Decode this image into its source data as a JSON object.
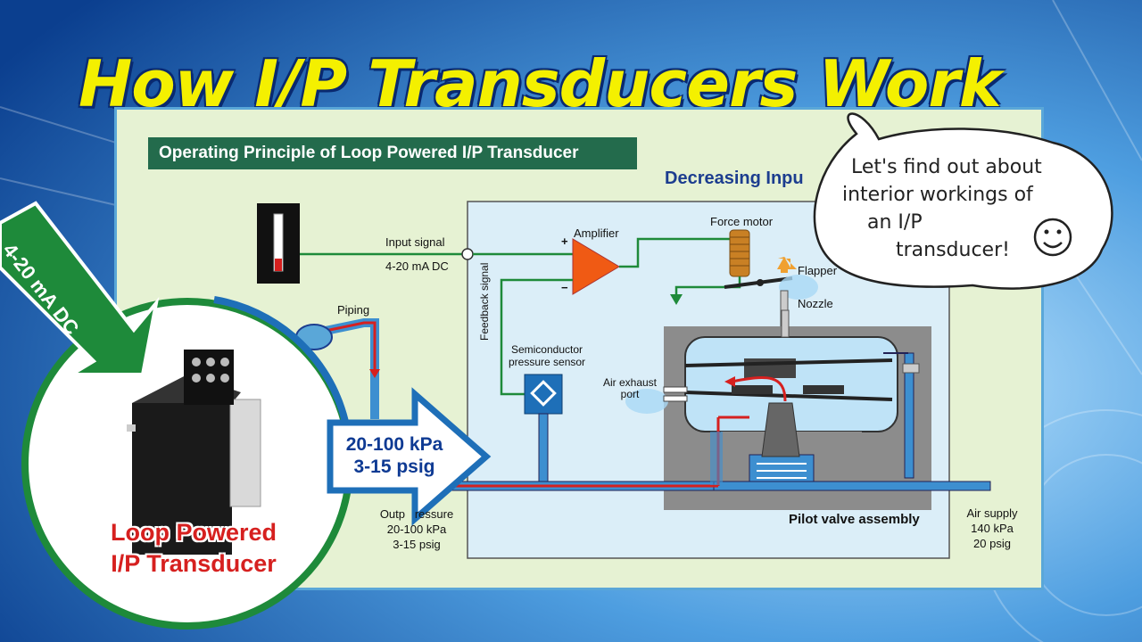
{
  "title": "How I/P Transducers Work",
  "panel": {
    "header": "Operating Principle of Loop Powered I/P Transducer",
    "mode": "Decreasing Inpu"
  },
  "labels": {
    "input_signal": "Input signal",
    "input_range": "4-20 mA DC",
    "amplifier": "Amplifier",
    "plus": "+",
    "minus": "−",
    "force_motor": "Force motor",
    "flapper": "Flapper",
    "nozzle": "Nozzle",
    "piping": "Piping",
    "feedback": "Feedback signal",
    "sensor_line1": "Semiconductor",
    "sensor_line2": "pressure sensor",
    "exhaust_line1": "Air exhaust",
    "exhaust_line2": "port",
    "output_line1": "Outp   ressure",
    "output_line2": "20-100 kPa",
    "output_line3": "3-15 psig",
    "pilot_valve": "Pilot valve assembly",
    "air_supply_line1": "Air supply",
    "air_supply_line2": "140 kPa",
    "air_supply_line3": "20 psig"
  },
  "arrow": {
    "line1": "20-100 kPa",
    "line2": "3-15 psig"
  },
  "input_arrow": "4-20 mA DC",
  "device": {
    "line1": "Loop Powered",
    "line2": "I/P Transducer"
  },
  "bubble": {
    "line1": "Let's find out about",
    "line2": "interior workings of",
    "line3": "an I/P",
    "line4": "transducer!"
  },
  "colors": {
    "title": "#f4f000",
    "header_bg": "#236b4c",
    "signal_green": "#1e8a3a",
    "pressure_red": "#d6201f",
    "air_blue": "#1e6fb8",
    "device_label": "#d6201f"
  }
}
